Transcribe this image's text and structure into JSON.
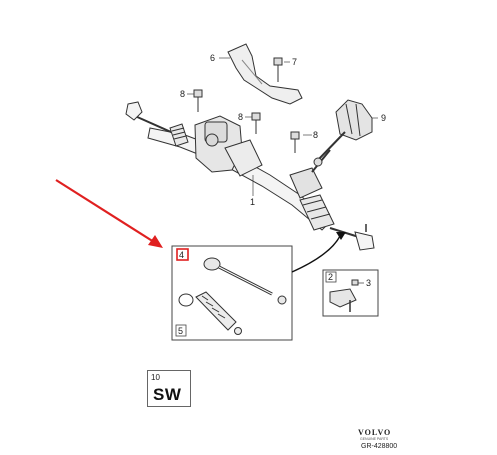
{
  "diagram": {
    "callouts": {
      "c1": "1",
      "c2": "2",
      "c3": "3",
      "c4": "4",
      "c5": "5",
      "c6": "6",
      "c7": "7",
      "c8a": "8",
      "c8b": "8",
      "c8c": "8",
      "c9": "9"
    },
    "highlight_color": "#e02020",
    "arrow_color": "#e02020"
  },
  "sw_box": {
    "number": "10",
    "code": "SW"
  },
  "footer": {
    "brand": "VOLVO",
    "brand_sub": "GENUINE PARTS",
    "drawing_no": "GR-428800"
  }
}
